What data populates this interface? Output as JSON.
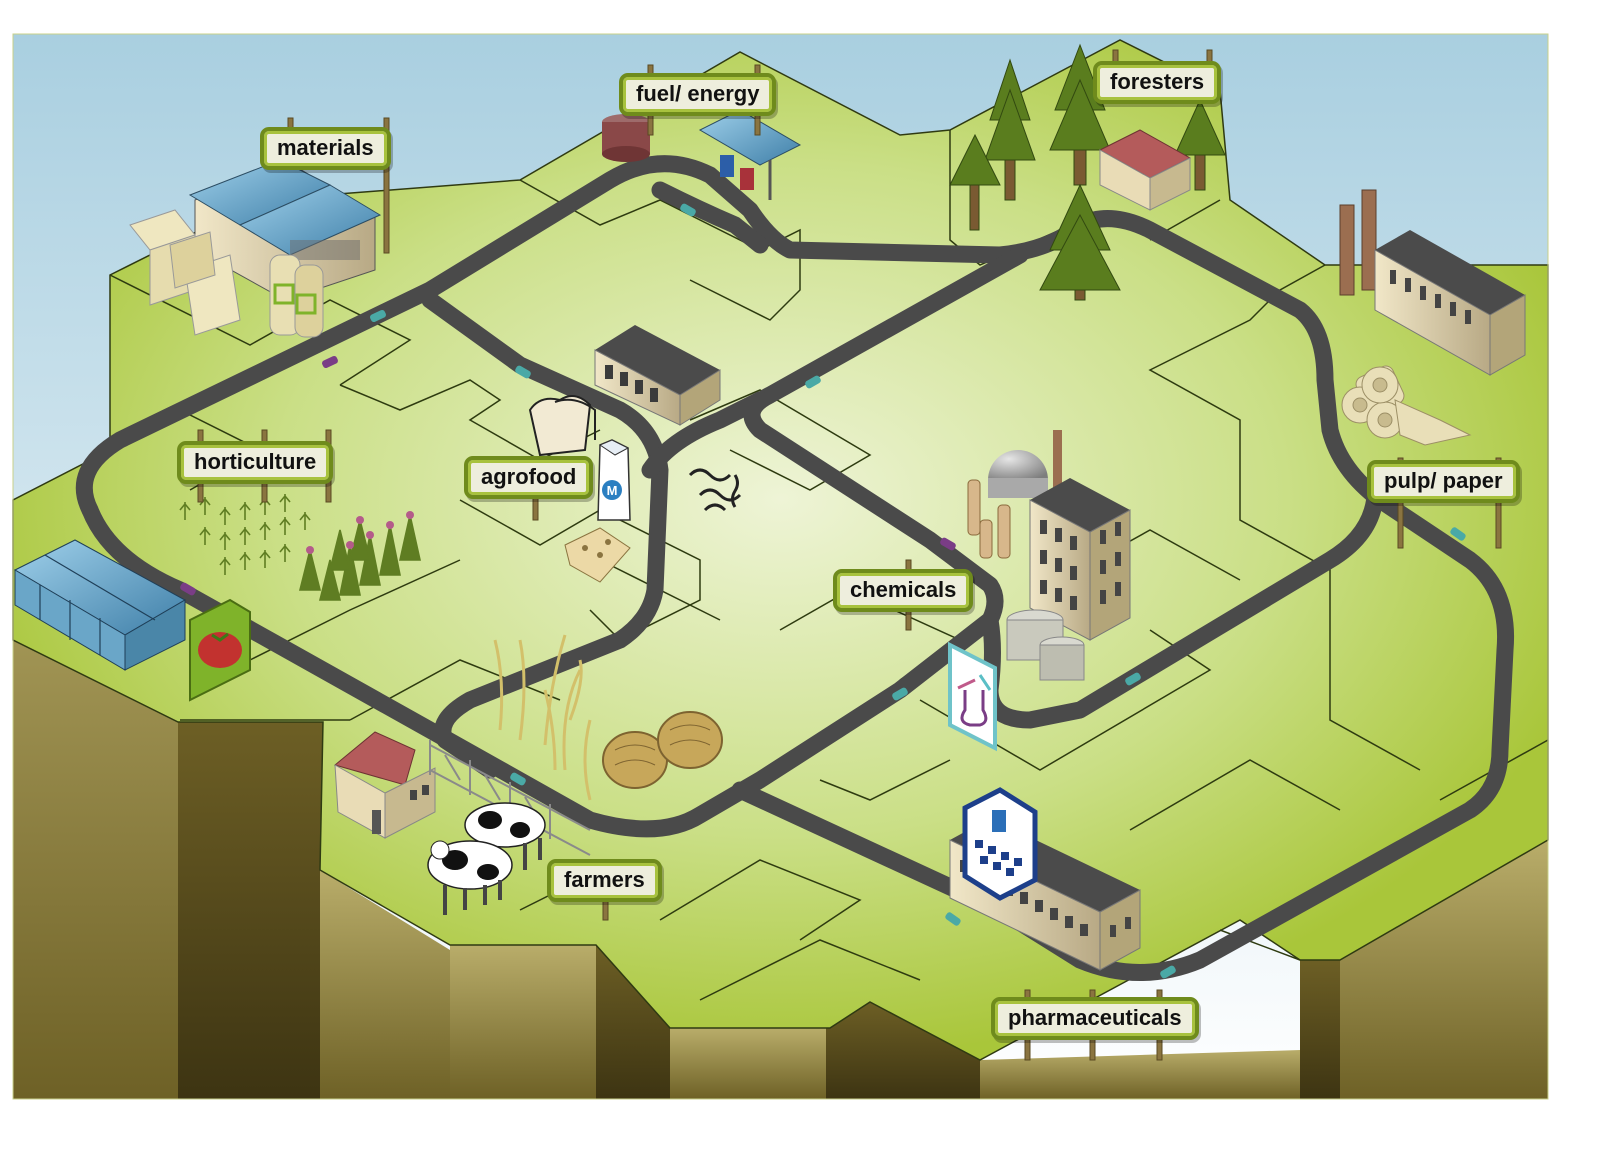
{
  "labels": {
    "materials": "materials",
    "fuel_energy": "fuel/ energy",
    "foresters": "foresters",
    "horticulture": "horticulture",
    "agrofood": "agrofood",
    "chemicals": "chemicals",
    "pulp_paper": "pulp/ paper",
    "farmers": "farmers",
    "pharmaceuticals": "pharmaceuticals"
  },
  "milk_carton_letter": "M",
  "colors": {
    "sky": "#c9e3ee",
    "land": "#b7d24a",
    "land_light": "#e6f0c4",
    "road": "#4a4a4a",
    "cliff": "#8a7a3e",
    "sign_border": "#6f8b1c",
    "sign_fill": "#eeeedd"
  }
}
